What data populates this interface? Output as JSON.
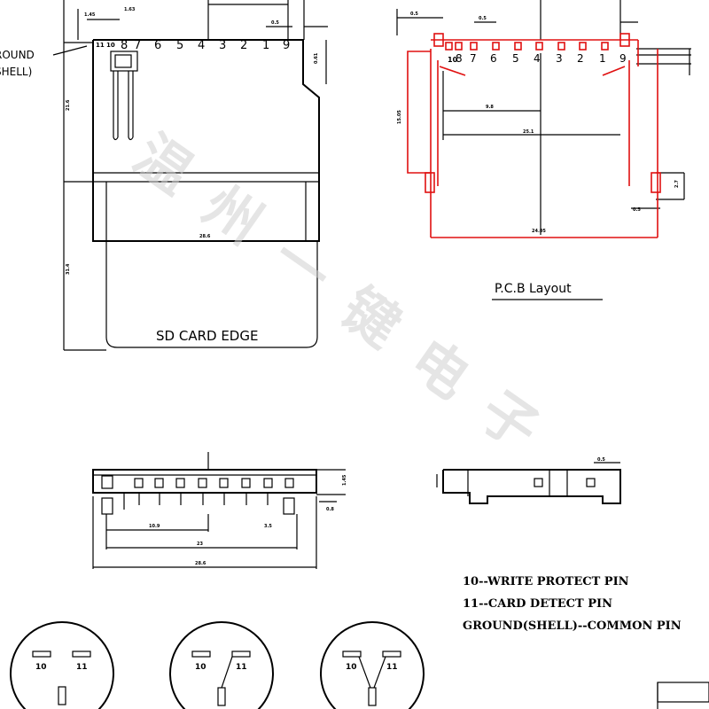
{
  "top_view": {
    "ground_label_line1": "ROUND",
    "ground_label_line2": "SHELL)",
    "pin_labels": [
      "11",
      "10",
      "8",
      "7",
      "6",
      "5",
      "4",
      "3",
      "2",
      "1",
      "9"
    ],
    "edge_label": "SD CARD EDGE"
  },
  "pcb": {
    "pin_labels": [
      "10",
      "8",
      "7",
      "6",
      "5",
      "4",
      "3",
      "2",
      "1",
      "9"
    ],
    "title": "P.C.B Layout"
  },
  "legend": {
    "line1": "10--WRITE PROTECT PIN",
    "line2": "11--CARD DETECT PIN",
    "line3": "GROUND(SHELL)--COMMON PIN"
  },
  "switches": [
    {
      "left": "10",
      "right": "11"
    },
    {
      "left": "10",
      "right": "11"
    },
    {
      "left": "10",
      "right": "11"
    }
  ],
  "watermark": [
    "温",
    "州",
    "一",
    "键",
    "电",
    "子"
  ],
  "colors": {
    "pcb": "#e01010",
    "ink": "#000000",
    "watermark": "#d0d0d0"
  }
}
